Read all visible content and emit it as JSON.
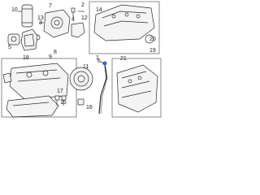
{
  "callouts": {
    "c1": "1",
    "c2": "2",
    "c3": "3",
    "c4": "4",
    "c5": "5",
    "c6": "6",
    "c7": "7",
    "c8": "8",
    "c9": "9",
    "c10": "10",
    "c11": "11",
    "c12": "12",
    "c13": "13",
    "c14": "14",
    "c15": "15",
    "c16": "16",
    "c17": "17",
    "c18": "18",
    "c19": "19",
    "c20": "20",
    "c21": "21"
  },
  "colors": {
    "highlight": "#2f6fd6",
    "line": "#2b2b2b"
  }
}
